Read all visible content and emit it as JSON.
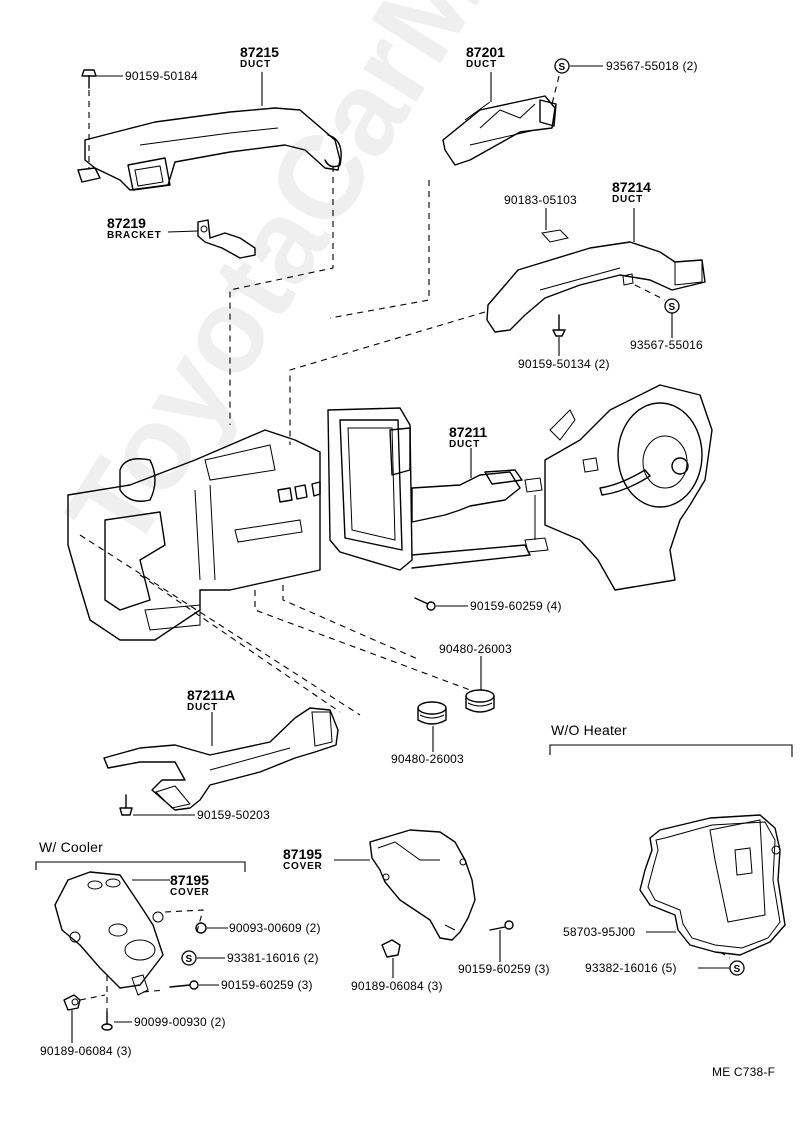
{
  "watermark": "ToyotaCarMine.ru",
  "drawing_code": "ME  C738-F",
  "sections": {
    "with_cooler": "W/ Cooler",
    "without_heater": "W/O  Heater"
  },
  "symbols": {
    "s_circle": "S"
  },
  "parts": [
    {
      "id": "p87215",
      "number": "87215",
      "name": "DUCT"
    },
    {
      "id": "p87201",
      "number": "87201",
      "name": "DUCT"
    },
    {
      "id": "p87219",
      "number": "87219",
      "name": "BRACKET"
    },
    {
      "id": "p87214",
      "number": "87214",
      "name": "DUCT"
    },
    {
      "id": "p87211",
      "number": "87211",
      "name": "DUCT"
    },
    {
      "id": "p87211A",
      "number": "87211A",
      "name": "DUCT"
    },
    {
      "id": "p87195a",
      "number": "87195",
      "name": "COVER"
    },
    {
      "id": "p87195b",
      "number": "87195",
      "name": "COVER"
    }
  ],
  "fasteners": [
    {
      "id": "f1",
      "label": "90159-50184"
    },
    {
      "id": "f2",
      "label": "93567-55018 (2)"
    },
    {
      "id": "f3",
      "label": "90183-05103"
    },
    {
      "id": "f4",
      "label": "93567-55016"
    },
    {
      "id": "f5",
      "label": "90159-50134 (2)"
    },
    {
      "id": "f6",
      "label": "90159-60259 (4)"
    },
    {
      "id": "f7",
      "label": "90480-26003"
    },
    {
      "id": "f8",
      "label": "90480-26003"
    },
    {
      "id": "f9",
      "label": "90159-50203"
    },
    {
      "id": "f10",
      "label": "90093-00609 (2)"
    },
    {
      "id": "f11",
      "label": "93381-16016 (2)"
    },
    {
      "id": "f12",
      "label": "90159-60259 (3)"
    },
    {
      "id": "f13",
      "label": "90099-00930 (2)"
    },
    {
      "id": "f14",
      "label": "90189-06084 (3)"
    },
    {
      "id": "f15",
      "label": "90189-06084 (3)"
    },
    {
      "id": "f16",
      "label": "90159-60259 (3)"
    },
    {
      "id": "f17",
      "label": "58703-95J00"
    },
    {
      "id": "f18",
      "label": "93382-16016 (5)"
    }
  ]
}
